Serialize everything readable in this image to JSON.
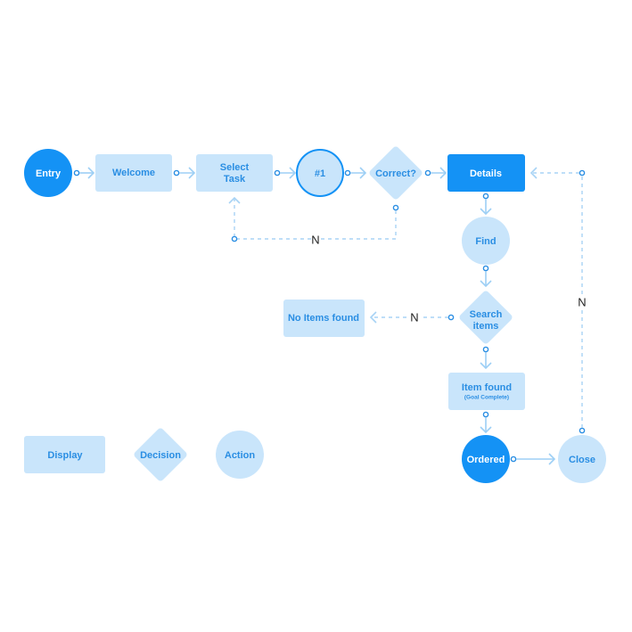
{
  "nodes": {
    "entry": "Entry",
    "welcome": "Welcome",
    "select_task_line1": "Select",
    "select_task_line2": "Task",
    "step1": "#1",
    "correct": "Correct?",
    "details": "Details",
    "find": "Find",
    "search_line1": "Search",
    "search_line2": "items",
    "no_items": "No Items found",
    "item_found": "Item found",
    "item_found_sub": "(Goal Complete)",
    "ordered": "Ordered",
    "close": "Close"
  },
  "edge_labels": {
    "no_correct": "N",
    "no_search": "N",
    "no_close": "N"
  },
  "legend": {
    "display": "Display",
    "decision": "Decision",
    "action": "Action"
  },
  "colors": {
    "light_fill": "#c9e5fb",
    "dark_fill": "#1492f5",
    "text": "#2a8ee3",
    "connector": "#9dcff5"
  }
}
